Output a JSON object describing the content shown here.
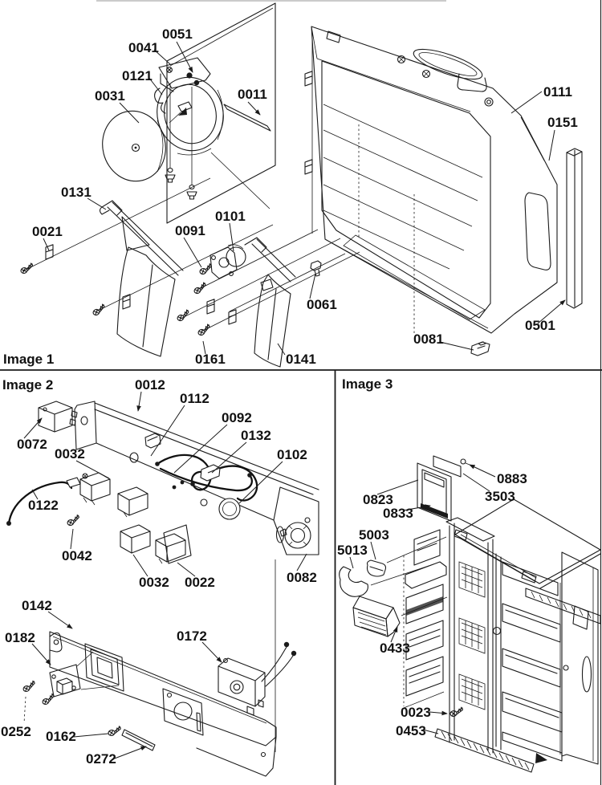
{
  "page": {
    "title": "Refrigerator parts exploded-view diagram",
    "background": "#ffffff",
    "ink": "#1a1a1a"
  },
  "panels": {
    "image1": {
      "caption": "Image 1",
      "labels": {
        "p0011": "0011",
        "p0021": "0021",
        "p0031": "0031",
        "p0041": "0041",
        "p0051": "0051",
        "p0061": "0061",
        "p0081": "0081",
        "p0091": "0091",
        "p0101": "0101",
        "p0111": "0111",
        "p0121": "0121",
        "p0131": "0131",
        "p0141": "0141",
        "p0151": "0151",
        "p0161": "0161",
        "p0501": "0501"
      }
    },
    "image2": {
      "caption": "Image 2",
      "labels": {
        "p0012": "0012",
        "p0022": "0022",
        "p0032a": "0032",
        "p0032b": "0032",
        "p0042": "0042",
        "p0072": "0072",
        "p0082": "0082",
        "p0092": "0092",
        "p0102": "0102",
        "p0112": "0112",
        "p0122": "0122",
        "p0132": "0132",
        "p0142": "0142",
        "p0162": "0162",
        "p0172": "0172",
        "p0182": "0182",
        "p0252": "0252",
        "p0272": "0272"
      }
    },
    "image3": {
      "caption": "Image 3",
      "labels": {
        "p0023": "0023",
        "p0433": "0433",
        "p0453": "0453",
        "p0823": "0823",
        "p0833": "0833",
        "p0883": "0883",
        "p3503": "3503",
        "p5003": "5003",
        "p5013": "5013"
      }
    }
  }
}
